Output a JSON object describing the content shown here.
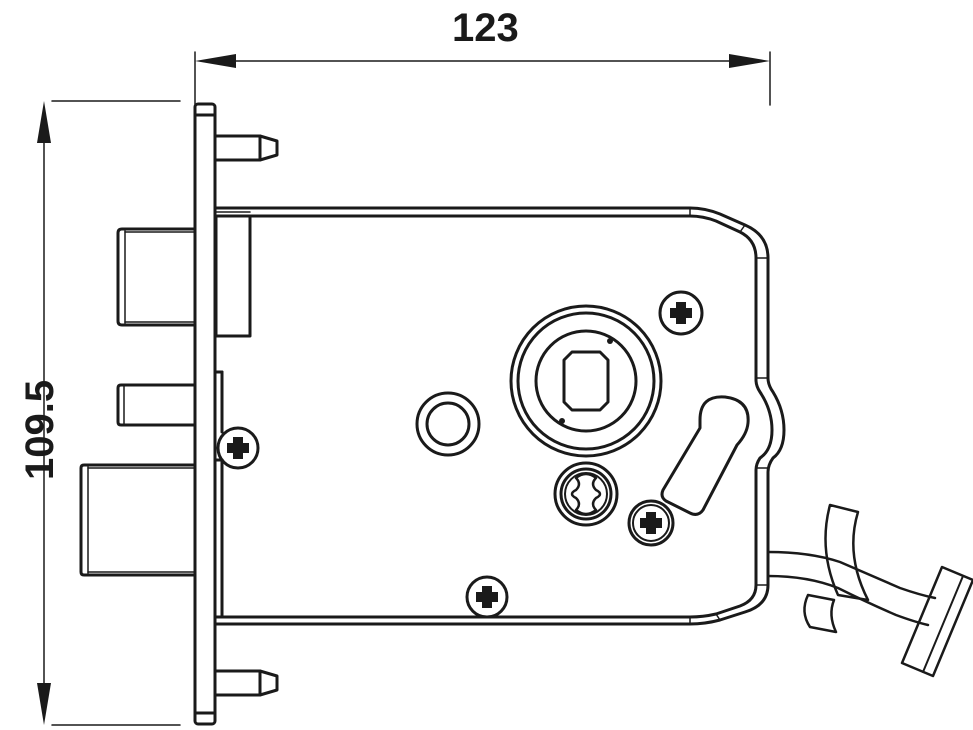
{
  "drawing": {
    "subject": "mortise lock body with forend, latch and deadbolt, technical dimension drawing",
    "line_color": "#1a1a1a",
    "background": "#ffffff"
  },
  "dimensions": {
    "width": {
      "value": "123",
      "orientation": "horizontal"
    },
    "height": {
      "value": "109.5",
      "orientation": "vertical"
    }
  },
  "components": [
    "forend-plate",
    "mounting-pin-top",
    "mounting-pin-bottom",
    "deadbolt",
    "latch-bolt",
    "auxiliary-bolt",
    "lock-case",
    "follower-hub-square",
    "cylinder-hole-round",
    "small-hub-slotted",
    "keyhole-slot",
    "screw-top-right",
    "screw-mid-right",
    "screw-bottom",
    "screw-forend",
    "cable-with-connector"
  ]
}
